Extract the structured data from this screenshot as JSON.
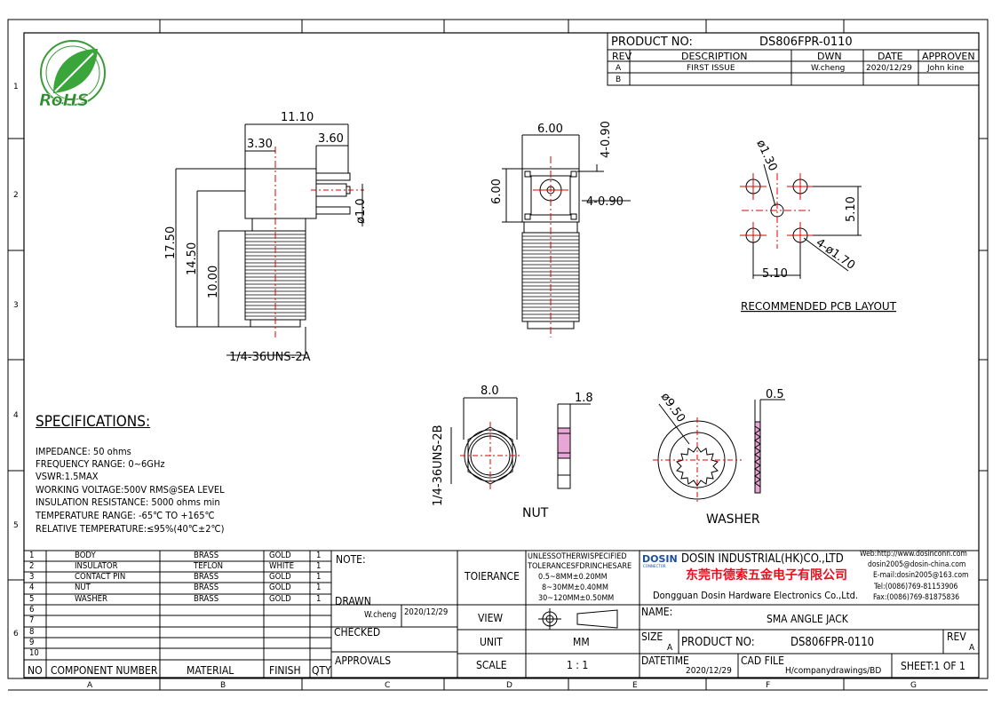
{
  "logo": {
    "text": "RoHS"
  },
  "frame": {
    "rows": [
      "1",
      "2",
      "3",
      "4",
      "5",
      "6"
    ],
    "cols": [
      "A",
      "B",
      "C",
      "D",
      "E",
      "F",
      "G"
    ]
  },
  "title_top": {
    "product_no_label": "PRODUCT NO:",
    "product_no": "DS806FPR-0110",
    "headers": [
      "REV",
      "DESCRIPTION",
      "DWN",
      "DATE",
      "APPROVEN"
    ],
    "rows": [
      [
        "A",
        "FIRST ISSUE",
        "W.cheng",
        "2020/12/29",
        "John kine"
      ],
      [
        "B",
        "",
        "",
        "",
        ""
      ]
    ]
  },
  "dims": {
    "side": {
      "d1": "11.10",
      "d2": "3.30",
      "d3": "3.60",
      "d4": "17.50",
      "d5": "14.50",
      "d6": "10.00",
      "d7": "ø1.0",
      "thread": "1/4-36UNS-2A"
    },
    "front": {
      "d1": "6.00",
      "d2": "6.00",
      "d3": "4-0.90",
      "d4": "4-0.90"
    },
    "pcb": {
      "d1": "ø1.30",
      "d2": "5.10",
      "d3": "5.10",
      "d4": "4-ø1.70",
      "label": "RECOMMENDED PCB LAYOUT"
    },
    "nut": {
      "d1": "8.0",
      "d2": "1.8",
      "thread": "1/4-36UNS-2B",
      "label": "NUT"
    },
    "washer": {
      "d1": "ø9.50",
      "d2": "0.5",
      "label": "WASHER"
    }
  },
  "specs": {
    "heading": "SPECIFICATIONS:",
    "lines": [
      "IMPEDANCE: 50 ohms",
      "FREQUENCY RANGE: 0~6GHz",
      "VSWR:1.5MAX",
      "WORKING VOLTAGE:500V RMS@SEA LEVEL",
      "INSULATION RESISTANCE: 5000 ohms min",
      "TEMPERATURE RANGE: -65℃ TO +165℃",
      "RELATIVE TEMPERATURE:≤95%(40℃±2℃)"
    ]
  },
  "bom": {
    "headers": [
      "NO",
      "COMPONENT NUMBER",
      "MATERIAL",
      "FINISH",
      "QTY"
    ],
    "rows": [
      [
        "1",
        "BODY",
        "BRASS",
        "GOLD",
        "1"
      ],
      [
        "2",
        "INSULATOR",
        "TEFLON",
        "WHITE",
        "1"
      ],
      [
        "3",
        "CONTACT PIN",
        "BRASS",
        "GOLD",
        "1"
      ],
      [
        "4",
        "NUT",
        "BRASS",
        "GOLD",
        "1"
      ],
      [
        "5",
        "WASHER",
        "BRASS",
        "GOLD",
        "1"
      ],
      [
        "6",
        "",
        "",
        "",
        ""
      ],
      [
        "7",
        "",
        "",
        "",
        ""
      ],
      [
        "8",
        "",
        "",
        "",
        ""
      ],
      [
        "9",
        "",
        "",
        "",
        ""
      ],
      [
        "10",
        "",
        "",
        "",
        ""
      ]
    ]
  },
  "title_block": {
    "note": "NOTE:",
    "drawn": "DRAWN",
    "drawn_by": "W.cheng",
    "drawn_date": "2020/12/29",
    "checked": "CHECKED",
    "approvals": "APPROVALS",
    "tolerance_label": "TOIERANCE",
    "tolerance_lines": [
      "UNLESSOTHERWISPECIFIED",
      "TOLERANCESFDRINCHESARE",
      "0.5~8MM±0.20MM",
      "8~30MM±0.40MM",
      "30~120MM±0.50MM"
    ],
    "view": "VIEW",
    "unit": "UNIT",
    "unit_value": "MM",
    "scale": "SCALE",
    "scale_value": "1 : 1",
    "company_logo": "DOSIN",
    "company_logo_sub": "CONNECTOR",
    "company_en": "DOSIN INDUSTRIAL(HK)CO.,LTD",
    "company_cn": "东莞市德索五金电子有限公司",
    "company_en2": "Dongguan Dosin Hardware Electronics Co.,Ltd.",
    "web": "Web:http://www.dosinconn.com",
    "email1": "dosin2005@dosin-china.com",
    "email2": "E-mail:dosin2005@163.com",
    "tel": "Tel:(0086)769-81153906",
    "fax": "Fax:(0086)769-81875836",
    "name_label": "NAME:",
    "name_value": "SMA ANGLE JACK",
    "size_label": "SIZE",
    "size_value": "A",
    "product_no_label": "PRODUCT NO:",
    "product_no": "DS806FPR-0110",
    "rev_label": "REV",
    "rev_value": "A",
    "datetime_label": "DATETIME",
    "datetime_value": "2020/12/29",
    "cad_label": "CAD FILE",
    "cad_value": "H/companydrawings/BD",
    "sheet": "SHEET:1 OF 1"
  }
}
